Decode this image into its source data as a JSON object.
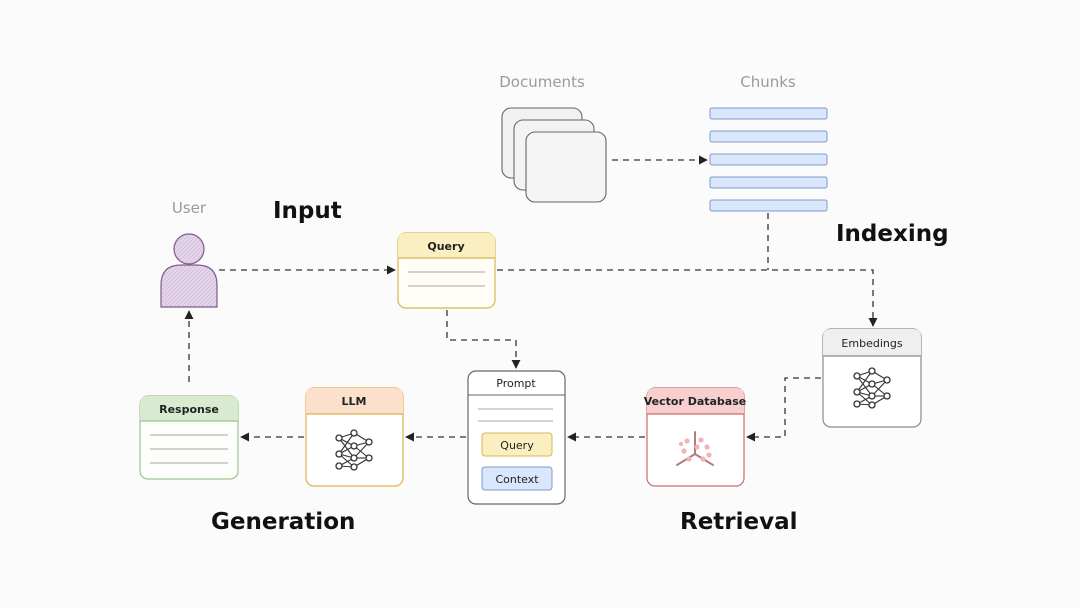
{
  "labels": {
    "documents": "Documents",
    "chunks": "Chunks",
    "user": "User",
    "input": "Input",
    "indexing": "Indexing",
    "generation": "Generation",
    "retrieval": "Retrieval"
  },
  "cards": {
    "query": "Query",
    "embeddings": "Embedings",
    "prompt": "Prompt",
    "prompt_query": "Query",
    "prompt_context": "Context",
    "vector_db": "Vector Database",
    "llm": "LLM",
    "response": "Response"
  },
  "colors": {
    "query": "#fbeec0",
    "response": "#d8ebd1",
    "llm": "#fbe1cc",
    "vector_db": "#f7cfcf",
    "embeddings": "#efefef",
    "chunk": "#dae6fb",
    "user": "#e4d5ea"
  }
}
